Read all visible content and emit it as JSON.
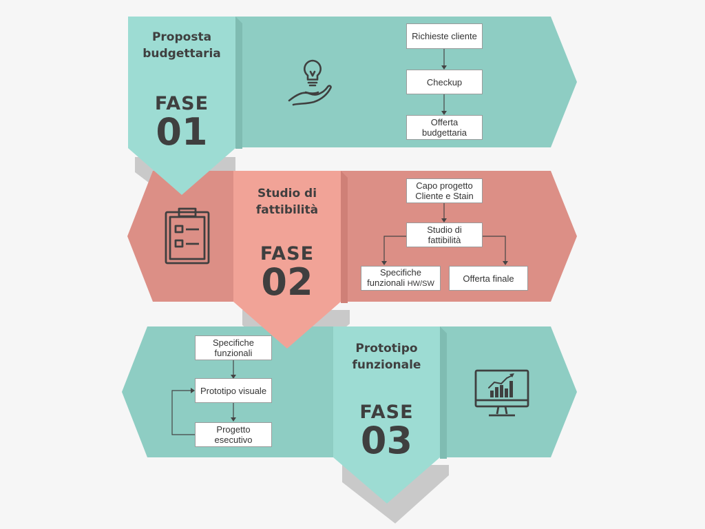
{
  "colors": {
    "teal_band": "#8ecdc3",
    "teal_tab": "#9ddcd3",
    "coral_band": "#dc8f86",
    "coral_tab": "#f1a397",
    "text": "#3f3f3f"
  },
  "phases": [
    {
      "title_line1": "Proposta",
      "title_line2": "budgettaria",
      "fase_label": "FASE",
      "number": "01",
      "icon": "lightbulb-hand-icon",
      "boxes": [
        "Richieste cliente",
        "Checkup",
        "Offerta",
        "budgettaria"
      ]
    },
    {
      "title_line1": "Studio di",
      "title_line2": "fattibilità",
      "fase_label": "FASE",
      "number": "02",
      "icon": "clipboard-checklist-icon",
      "boxes": [
        "Capo progetto",
        "Cliente e Stain",
        "Studio di",
        "fattibilità",
        "Specifiche",
        "funzionali",
        "HW/SW",
        "Offerta finale"
      ]
    },
    {
      "title_line1": "Prototipo",
      "title_line2": "funzionale",
      "fase_label": "FASE",
      "number": "03",
      "icon": "monitor-chart-icon",
      "boxes": [
        "Specifiche",
        "funzionali",
        "Prototipo visuale",
        "Progetto",
        "esecutivo"
      ]
    }
  ]
}
